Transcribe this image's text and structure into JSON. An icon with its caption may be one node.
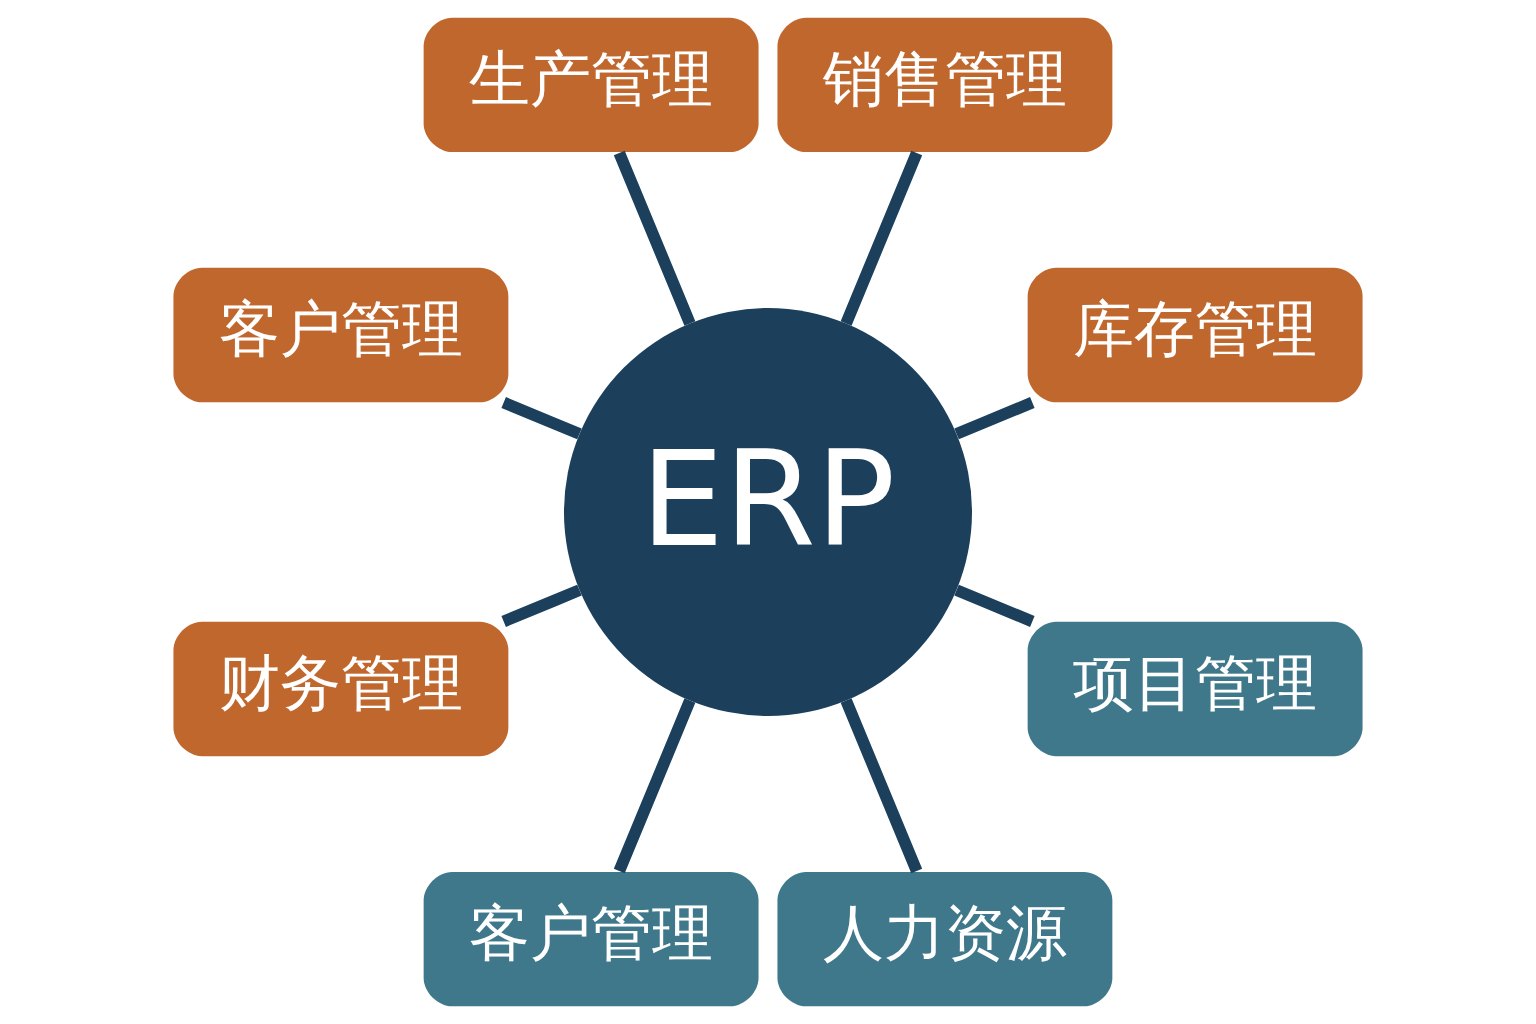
{
  "diagram": {
    "nodes": [
      {
        "text": [
          "库存管理"
        ]
      },
      {
        "text": [
          "销售管理"
        ]
      },
      {
        "text": [
          "生产管理"
        ]
      },
      {
        "text": [
          "客户管理"
        ]
      },
      {
        "text": [
          "ERP"
        ]
      },
      {
        "text": [
          "财务管理"
        ]
      },
      {
        "text": [
          "客户管理"
        ]
      },
      {
        "text": [
          "人力资源"
        ]
      },
      {
        "text": [
          "项目管理"
        ]
      }
    ],
    "edges": [
      {
        "from": 4,
        "to": 0,
        "arrow": "none"
      },
      {
        "from": 4,
        "to": 2,
        "arrow": "none"
      },
      {
        "from": 4,
        "to": 5,
        "arrow": "none"
      },
      {
        "from": 4,
        "to": 7,
        "arrow": "none"
      },
      {
        "from": 4,
        "to": 8,
        "arrow": "none"
      },
      {
        "from": 4,
        "to": 6,
        "arrow": "none"
      },
      {
        "from": 4,
        "to": 3,
        "arrow": "none"
      },
      {
        "from": 4,
        "to": 1,
        "arrow": "none"
      }
    ]
  }
}
